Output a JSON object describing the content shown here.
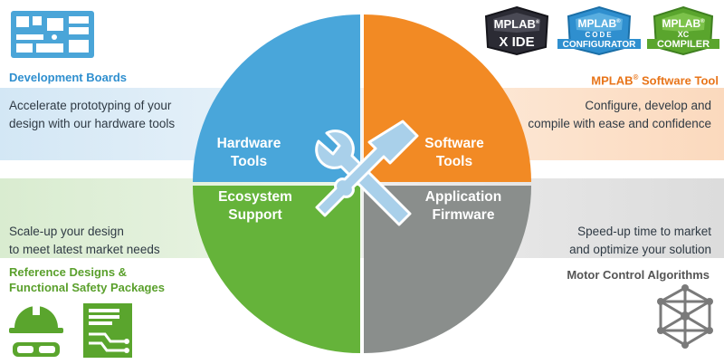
{
  "left_top": {
    "header": "Development Boards",
    "line1": "Accelerate prototyping of your",
    "line2": "design with our hardware tools"
  },
  "right_top": {
    "header": "MPLAB",
    "header_reg": "®",
    "header_rest": " Software Tool",
    "line1": "Configure, develop and",
    "line2": "compile with ease and confidence"
  },
  "left_bottom": {
    "line1": "Scale-up your design",
    "line2": "to meet latest market needs",
    "header1": "Reference Designs &",
    "header2": "Functional Safety Packages"
  },
  "right_bottom": {
    "line1": "Speed-up time to market",
    "line2": "and optimize your solution",
    "header": "Motor Control Algorithms"
  },
  "quadrants": {
    "hardware": [
      "Hardware",
      "Tools"
    ],
    "software": [
      "Software",
      "Tools"
    ],
    "ecosystem": [
      "Ecosystem",
      "Support"
    ],
    "firmware": [
      "Application",
      "Firmware"
    ]
  },
  "logos": {
    "xide": {
      "top": "MPLAB",
      "mark": "®",
      "bottom": "X IDE"
    },
    "mcc": {
      "top": "MPLAB",
      "mark": "®",
      "mid": "CODE",
      "bottom": "CONFIGURATOR"
    },
    "xc": {
      "top": "MPLAB",
      "mark": "®",
      "mid": "XC",
      "bottom": "COMPILER"
    }
  },
  "colors": {
    "hardware": "#49a6da",
    "software": "#f28a24",
    "ecosystem": "#65b33a",
    "firmware": "#8a8e8c",
    "tools_icon": "#a9d0ea"
  },
  "icons": [
    "circuit-board-icon",
    "wrench-screwdriver-icon",
    "hard-hat-goggles-icon",
    "document-circuit-icon",
    "network-cube-icon"
  ]
}
